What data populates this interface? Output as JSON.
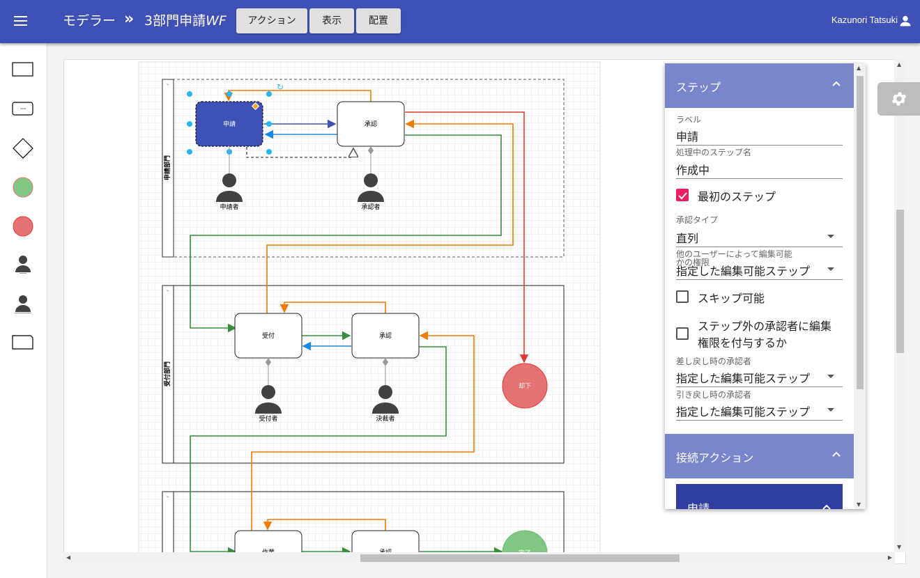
{
  "header": {
    "app_title": "モデラー",
    "breadcrumb_separator": "»",
    "doc_title": "3部門申請",
    "doc_title_suffix": "WF",
    "buttons": [
      "アクション",
      "表示",
      "配置"
    ],
    "user_name": "Kazunori Tatsuki",
    "bar_color": "#3f51b5"
  },
  "palette": {
    "items": [
      "rectangle-shape",
      "step-shape",
      "decision-shape",
      "start-circle",
      "end-circle",
      "approver-actor",
      "editor-actor",
      "label-shape"
    ]
  },
  "diagram": {
    "lanes": [
      "申請部門",
      "受付部門"
    ],
    "steps": {
      "s1": "申請",
      "s2": "承認",
      "s3": "受付",
      "s4": "承認",
      "s5": "作業",
      "s6": "承認"
    },
    "actors": {
      "a1": "申請者",
      "a2": "承認者",
      "a3": "受付者",
      "a4": "決裁者"
    },
    "reject": "却下",
    "done": "完了",
    "colors": {
      "forward": "#388e3c",
      "back": "#ef7c00",
      "reject": "#e53935",
      "link": "#3f51b5",
      "selected": "#3f51b5"
    }
  },
  "panel": {
    "step_section": "ステップ",
    "label_caption": "ラベル",
    "label_value": "申請",
    "processing_caption": "処理中のステップ名",
    "processing_value": "作成中",
    "first_step_label": "最初のステップ",
    "first_step_checked": true,
    "approval_type_caption": "承認タイプ",
    "approval_type_value": "直列",
    "edit_perm_caption_1": "他のユーザーによって編集可能",
    "edit_perm_caption_2": "かの権限",
    "edit_perm_value": "指定した編集可能ステップ",
    "skippable_label": "スキップ可能",
    "skippable_checked": false,
    "grant_label_1": "ステップ外の承認者に編集",
    "grant_label_2": "権限を付与するか",
    "grant_checked": false,
    "sendback_caption": "差し戻し時の承認者",
    "sendback_value": "指定した編集可能ステップ",
    "pullback_caption": "引き戻し時の承認者",
    "pullback_value": "指定した編集可能ステップ",
    "action_section": "接続アクション",
    "action_item": "申請"
  }
}
